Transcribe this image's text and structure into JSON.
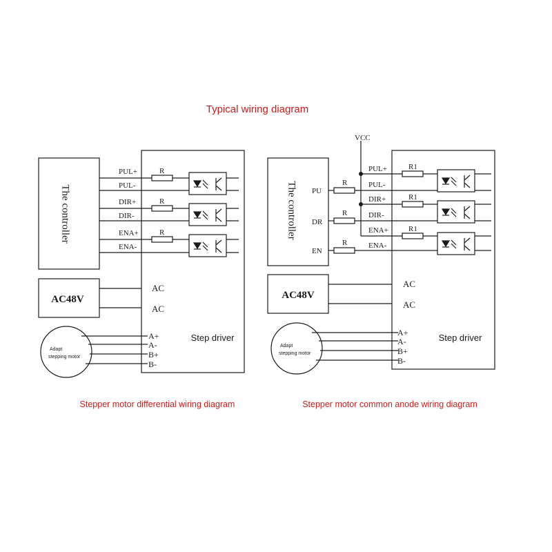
{
  "title": "Typical wiring diagram",
  "colors": {
    "title": "#d11a1a",
    "line": "#1a1a1a",
    "background": "#ffffff"
  },
  "left": {
    "caption": "Stepper motor differential wiring diagram",
    "controller_label": "The controller",
    "driver_label": "Step driver",
    "power_label": "AC48V",
    "motor_label_line1": "Adapt",
    "motor_label_line2": "stepping motor",
    "signals": [
      "PUL+",
      "PUL-",
      "DIR+",
      "DIR-",
      "ENA+",
      "ENA-"
    ],
    "resistor_label": "R",
    "ac_terminals": [
      "AC",
      "AC"
    ],
    "motor_terminals": [
      "A+",
      "A-",
      "B+",
      "B-"
    ]
  },
  "right": {
    "caption": "Stepper motor common anode wiring diagram",
    "controller_label": "The controller",
    "driver_label": "Step driver",
    "power_label": "AC48V",
    "motor_label_line1": "Adapt",
    "motor_label_line2": "stepping motor",
    "vcc_label": "VCC",
    "controller_outputs": [
      "PU",
      "DR",
      "EN"
    ],
    "controller_resistor_label": "R",
    "signals": [
      "PUL+",
      "PUL-",
      "DIR+",
      "DIR-",
      "ENA+",
      "ENA-"
    ],
    "resistor_label": "R1",
    "ac_terminals": [
      "AC",
      "AC"
    ],
    "motor_terminals": [
      "A+",
      "A-",
      "B+",
      "B-"
    ]
  }
}
